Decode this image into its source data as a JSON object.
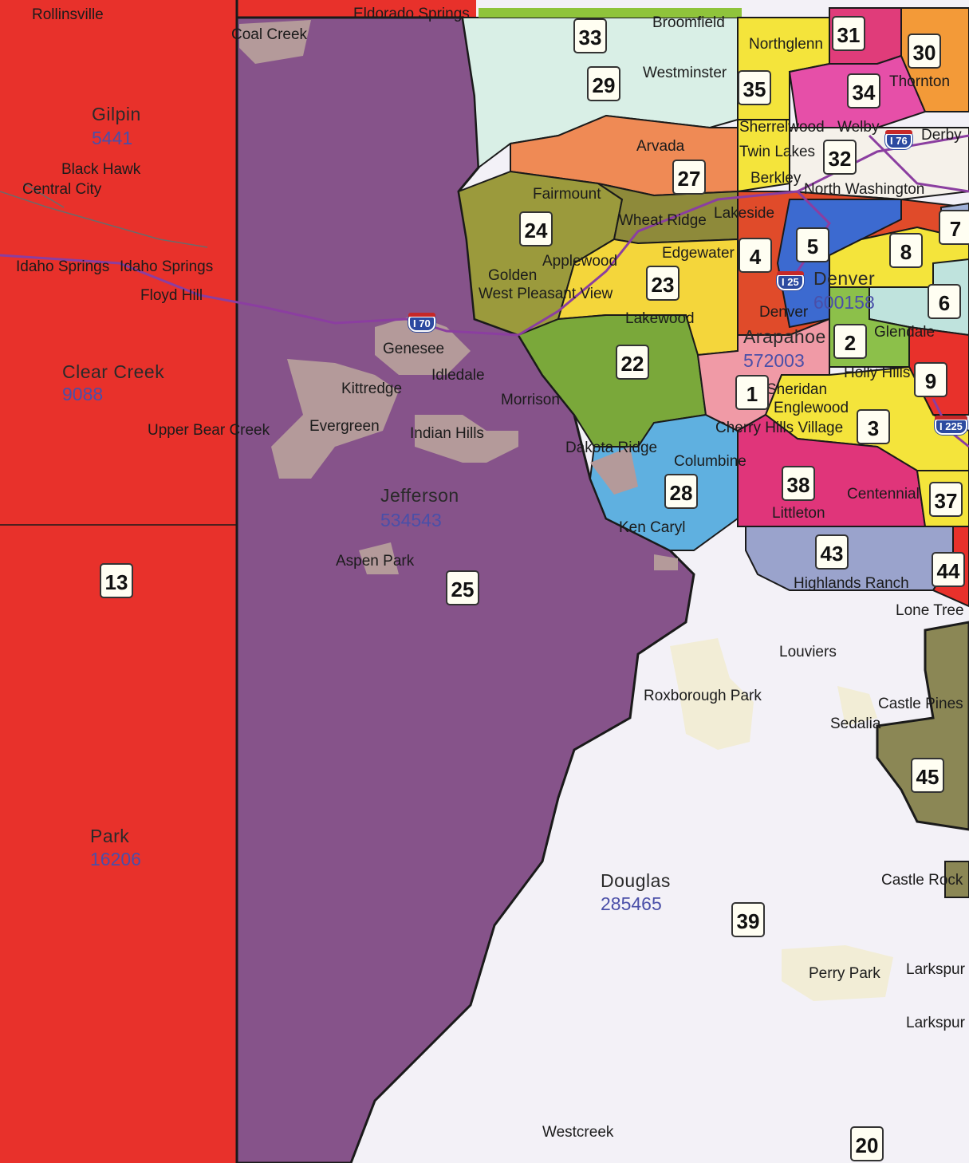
{
  "colors": {
    "park_gilpin_clear_creek": "#e8312b",
    "jefferson": "#86538a",
    "douglas": "#f3f1f7",
    "boulder_broomfield": "#d9efe6",
    "arapahoe": "#f4d63b",
    "district_boundary": "#1a1a1a",
    "town_fill": "#b49a9a",
    "highway": "#8b3ea0"
  },
  "counties": [
    {
      "key": "gilpin",
      "name": "Gilpin",
      "population": "5441"
    },
    {
      "key": "clear_creek",
      "name": "Clear Creek",
      "population": "9088"
    },
    {
      "key": "park",
      "name": "Park",
      "population": "16206"
    },
    {
      "key": "jefferson",
      "name": "Jefferson",
      "population": "534543"
    },
    {
      "key": "douglas",
      "name": "Douglas",
      "population": "285465"
    },
    {
      "key": "denver",
      "name": "Denver",
      "population": "600158"
    },
    {
      "key": "arapahoe",
      "name": "Arapahoe",
      "population": "572003"
    }
  ],
  "districts": [
    "13",
    "25",
    "39",
    "20",
    "22",
    "23",
    "24",
    "27",
    "28",
    "29",
    "33",
    "35",
    "31",
    "30",
    "34",
    "32",
    "7",
    "8",
    "6",
    "5",
    "4",
    "2",
    "1",
    "3",
    "9",
    "38",
    "37",
    "43",
    "44",
    "45"
  ],
  "places": [
    "Rollinsville",
    "Eldorado Springs",
    "Coal Creek",
    "Broomfield",
    "Northglenn",
    "Thornton",
    "Westminster",
    "Sherrelwood",
    "Welby",
    "Derby",
    "Arvada",
    "Twin Lakes",
    "Berkley",
    "North Washington",
    "Black Hawk",
    "Central City",
    "Fairmount",
    "Wheat Ridge",
    "Lakeside",
    "Idaho Springs",
    "Idaho Springs",
    "Floyd Hill",
    "Applewood",
    "Edgewater",
    "Golden",
    "West Pleasant View",
    "Lakewood",
    "Denver",
    "Glendale",
    "Genesee",
    "Idledale",
    "Holly Hills",
    "Kittredge",
    "Morrison",
    "Sheridan",
    "Englewood",
    "Evergreen",
    "Indian Hills",
    "Upper Bear Creek",
    "Cherry Hills Village",
    "Dakota Ridge",
    "Columbine",
    "Centennial",
    "Littleton",
    "Ken Caryl",
    "Aspen Park",
    "Highlands Ranch",
    "Lone Tree",
    "Louviers",
    "Roxborough Park",
    "Castle Pines",
    "Sedalia",
    "Castle Rock",
    "Perry Park",
    "Larkspur",
    "Larkspur",
    "Westcreek"
  ],
  "highways": [
    "I 70",
    "I 25",
    "I 76",
    "I 225"
  ]
}
